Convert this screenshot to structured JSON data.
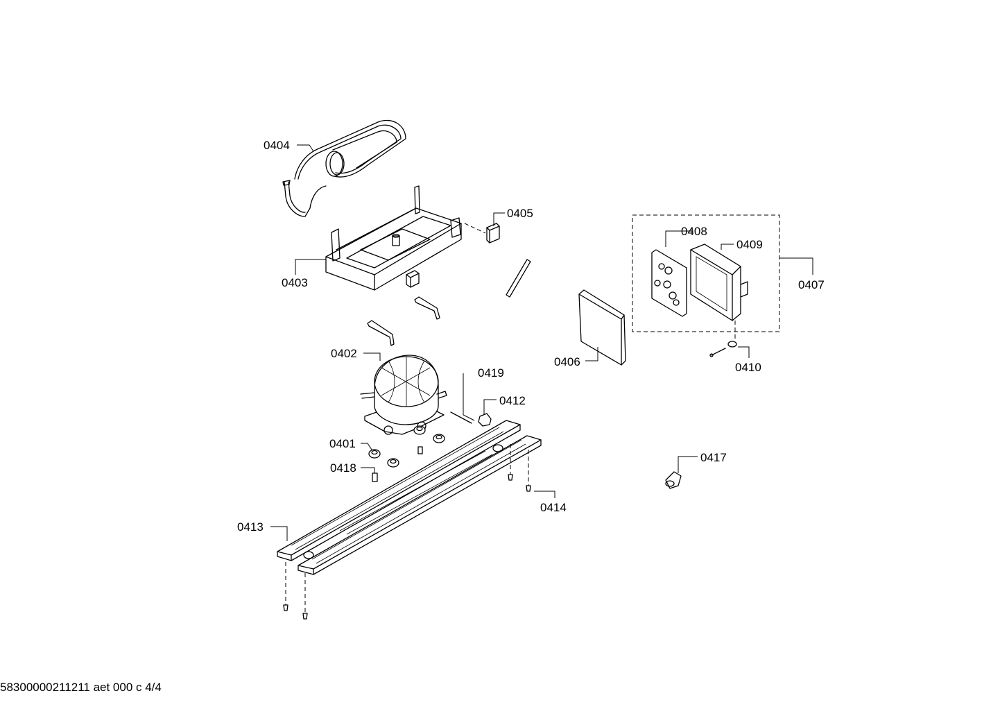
{
  "labels": {
    "p0401": "0401",
    "p0402": "0402",
    "p0403": "0403",
    "p0404": "0404",
    "p0405": "0405",
    "p0406": "0406",
    "p0407": "0407",
    "p0408": "0408",
    "p0409": "0409",
    "p0410": "0410",
    "p0412": "0412",
    "p0413": "0413",
    "p0414": "0414",
    "p0417": "0417",
    "p0418": "0418",
    "p0419": "0419"
  },
  "footer": "58300000211211 aet 000 c 4/4"
}
